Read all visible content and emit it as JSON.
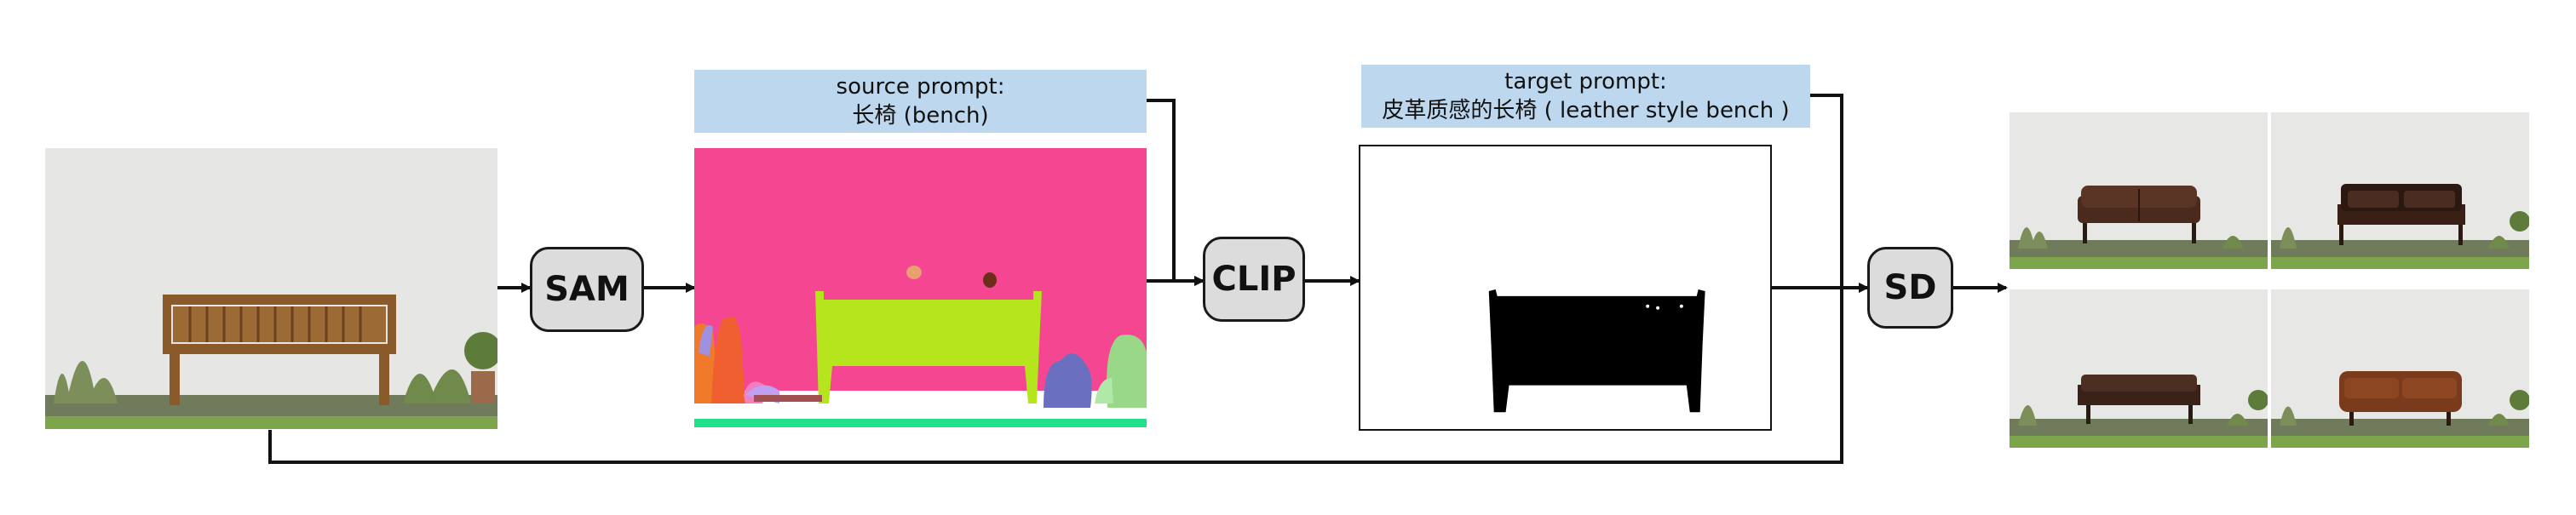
{
  "modules": {
    "sam": "SAM",
    "clip": "CLIP",
    "sd": "SD"
  },
  "source_prompt": {
    "line1": "source prompt:",
    "line2": "长椅 (bench)"
  },
  "target_prompt": {
    "line1": "target prompt:",
    "line2": "皮革质感的长椅 ( leather style bench )"
  },
  "colors": {
    "prompt_bg": "#bcd7ee",
    "module_bg": "#dcdcdc",
    "segment_background": "#f54791",
    "segment_bench": "#b5e51d",
    "segment_ground": "#22e08a"
  }
}
